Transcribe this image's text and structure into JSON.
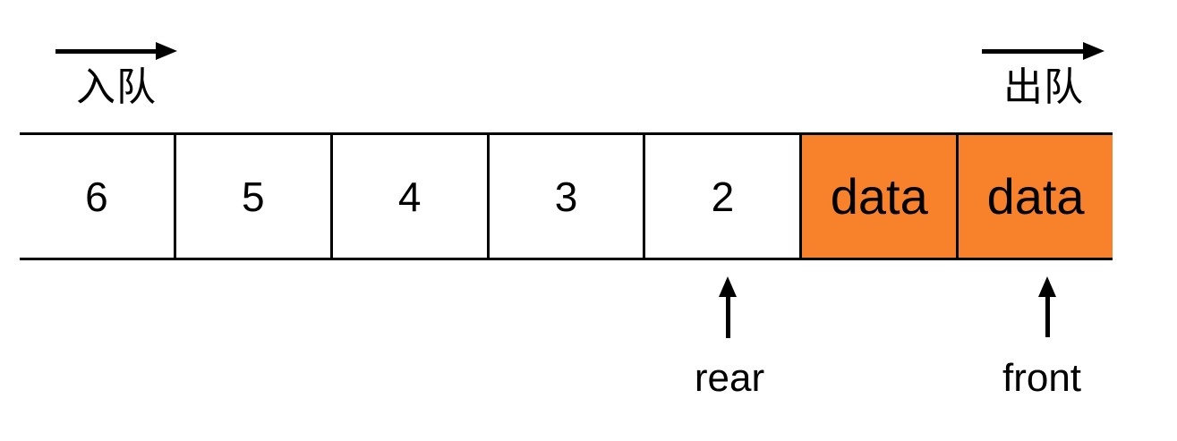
{
  "queue": {
    "enqueue_label": "入队",
    "dequeue_label": "出队",
    "rear_label": "rear",
    "front_label": "front",
    "cells": [
      {
        "value": "6",
        "highlighted": false
      },
      {
        "value": "5",
        "highlighted": false
      },
      {
        "value": "4",
        "highlighted": false
      },
      {
        "value": "3",
        "highlighted": false
      },
      {
        "value": "2",
        "highlighted": false
      },
      {
        "value": "data",
        "highlighted": true
      },
      {
        "value": "data",
        "highlighted": true
      }
    ],
    "colors": {
      "highlight": "#F8812C",
      "line": "#000000",
      "background": "#FFFFFF"
    }
  }
}
